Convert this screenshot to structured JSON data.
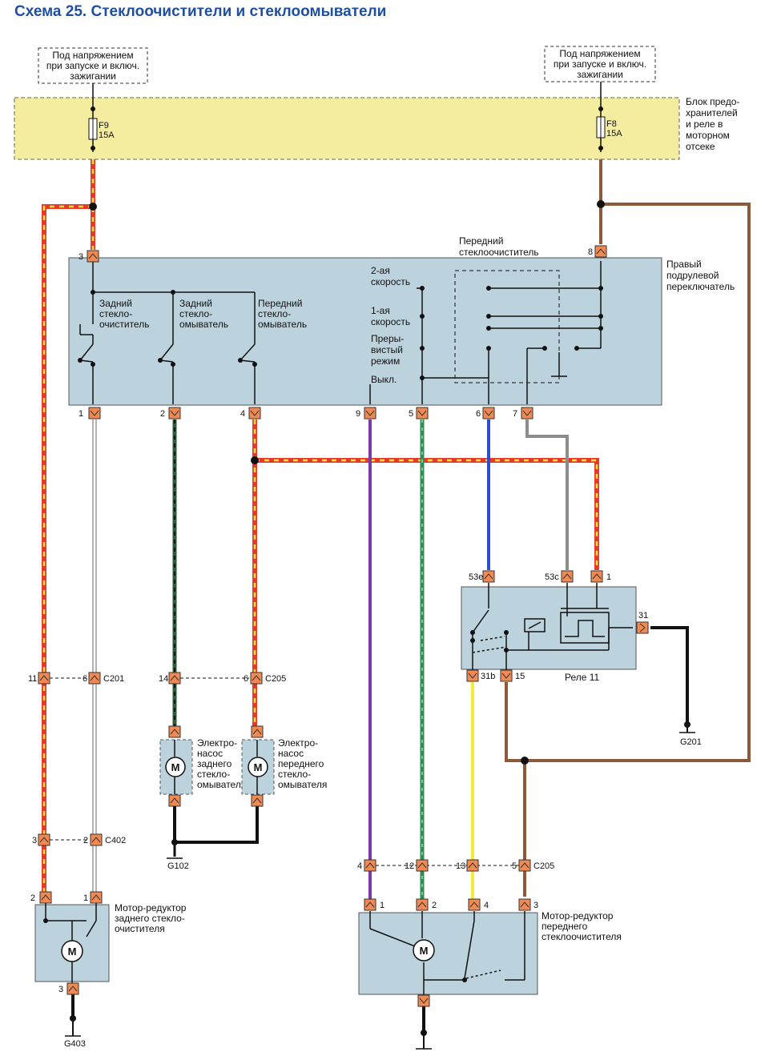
{
  "title": "Схема 25. Стеклоочистители и стеклоомыватели",
  "supply_left": [
    "Под напряжением",
    "при запуске и включ.",
    "зажигании"
  ],
  "supply_right": [
    "Под напряжением",
    "при запуске и включ.",
    "зажигании"
  ],
  "fuse_box_label": [
    "Блок предо-",
    "хранителей",
    "и реле в",
    "моторном",
    "отсеке"
  ],
  "fuse_f9": {
    "name": "F9",
    "rating": "15A"
  },
  "fuse_f8": {
    "name": "F8",
    "rating": "15A"
  },
  "switch_label": [
    "Правый",
    "подрулевой",
    "переключатель"
  ],
  "front_wiper_heading": [
    "Передний",
    "стеклоочиститель"
  ],
  "rear_wiper_sw": [
    "Задний",
    "стекло-",
    "очиститель"
  ],
  "rear_washer_sw": [
    "Задний",
    "стекло-",
    "омыватель"
  ],
  "front_washer_sw": [
    "Передний",
    "стекло-",
    "омыватель"
  ],
  "speed2": [
    "2-ая",
    "скорость"
  ],
  "speed1": [
    "1-ая",
    "скорость"
  ],
  "intermittent": [
    "Преры-",
    "вистый",
    "режим"
  ],
  "off_label": "Выкл.",
  "switch_pins": {
    "p3": "3",
    "p8": "8",
    "p1": "1",
    "p2": "2",
    "p4": "4",
    "p9": "9",
    "p5": "5",
    "p6": "6",
    "p7": "7"
  },
  "relay": {
    "name": "Реле 11",
    "p53e": "53e",
    "p53c": "53c",
    "p1": "1",
    "p31": "31",
    "p31b": "31b",
    "p15": "15"
  },
  "connectors": {
    "c201": {
      "name": "C201",
      "a": "11",
      "b": "6"
    },
    "c205a": {
      "name": "C205",
      "a": "14",
      "b": "6"
    },
    "c402": {
      "name": "C402",
      "a": "3",
      "b": "2"
    },
    "c205b": {
      "name": "C205",
      "a": "4",
      "b": "12",
      "c": "13",
      "d": "5"
    }
  },
  "rear_pump": [
    "Электро-",
    "насос",
    "заднего",
    "стекло-",
    "омывателя"
  ],
  "front_pump": [
    "Электро-",
    "насос",
    "переднего",
    "стекло-",
    "омывателя"
  ],
  "rear_motor": {
    "label": [
      "Мотор-редуктор",
      "заднего стекло-",
      "очистителя"
    ],
    "p2": "2",
    "p1": "1",
    "p3": "3"
  },
  "front_motor": {
    "label": [
      "Мотор-редуктор",
      "переднего",
      "стеклоочистителя"
    ],
    "p1": "1",
    "p2": "2",
    "p4": "4",
    "p3": "3"
  },
  "motor_symbol": "M",
  "grounds": {
    "g102": "G102",
    "g201": "G201",
    "g403": "G403"
  },
  "colors": {
    "red": "#e8382a",
    "yellow": "#f4e23c",
    "brown": "#8a5a3a",
    "green": "#2e8f55",
    "dkgreen": "#2a5f3a",
    "purple": "#7b3aa8",
    "blue": "#2b4fd0",
    "gray": "#8c8c8c",
    "lightgreen": "#5fb08a",
    "fusebox": "#f4eda0",
    "component": "#bcd3dd"
  }
}
